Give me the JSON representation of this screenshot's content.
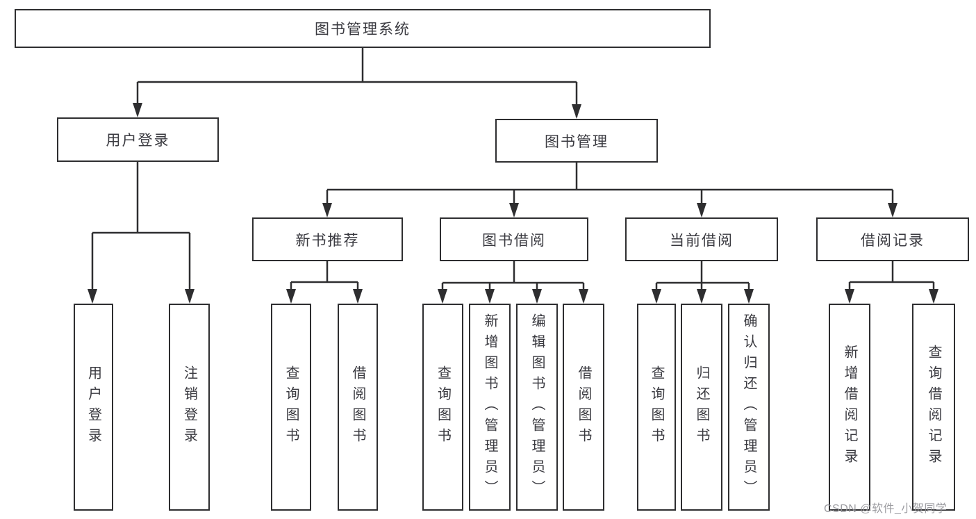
{
  "colors": {
    "background": "#ffffff",
    "line": "#2e2e30",
    "box_border": "#2e2e30",
    "text": "#3a3a40",
    "watermark": "#949499"
  },
  "tree": {
    "label": "图书管理系统",
    "children": [
      {
        "label": "用户登录",
        "children": [
          {
            "label": "用户登录"
          },
          {
            "label": "注销登录"
          }
        ]
      },
      {
        "label": "图书管理",
        "children": [
          {
            "label": "新书推荐",
            "children": [
              {
                "label": "查询图书"
              },
              {
                "label": "借阅图书"
              }
            ]
          },
          {
            "label": "图书借阅",
            "children": [
              {
                "label": "查询图书"
              },
              {
                "label": "新增图书（管理员）"
              },
              {
                "label": "编辑图书（管理员）"
              },
              {
                "label": "借阅图书"
              }
            ]
          },
          {
            "label": "当前借阅",
            "children": [
              {
                "label": "查询图书"
              },
              {
                "label": "归还图书"
              },
              {
                "label": "确认归还（管理员）"
              }
            ]
          },
          {
            "label": "借阅记录",
            "children": [
              {
                "label": "新增借阅记录"
              },
              {
                "label": "查询借阅记录"
              }
            ]
          }
        ]
      }
    ]
  },
  "watermark": {
    "text": "CSDN @软件_小贺同学"
  }
}
